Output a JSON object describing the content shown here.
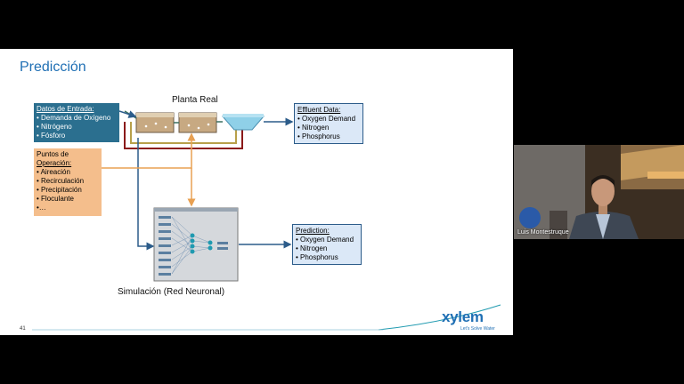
{
  "slide": {
    "title": "Predicción",
    "page_number": "41",
    "input_box": {
      "heading": "Datos de Entrada:",
      "items": [
        "• Demanda de Oxígeno",
        "• Nitrógeno",
        "• Fósforo"
      ]
    },
    "operation_box": {
      "heading_line1": "Puntos de",
      "heading_line2": "Operación:",
      "items": [
        "• Aireación",
        "• Recirculación",
        "• Precipitación",
        "• Floculante",
        "•…"
      ]
    },
    "plant_label": "Planta Real",
    "effluent_box": {
      "heading": "Effluent Data:",
      "items": [
        "• Oxygen Demand",
        "• Nitrogen",
        "• Phosphorus"
      ]
    },
    "prediction_box": {
      "heading": "Prediction:",
      "items": [
        "• Oxygen Demand",
        "• Nitrogen",
        "• Phosphorus"
      ]
    },
    "simulation_label": "Simulación (Red Neuronal)",
    "logo": {
      "name": "xylem",
      "tagline": "Let's Solve Water"
    }
  },
  "participant": {
    "name": "Luis Montestruque"
  },
  "colors": {
    "title": "#1f6fb4",
    "input_box": "#2b6f8f",
    "operation_box": "#f4be8c",
    "output_box": "#dbe8f7",
    "arrow_blue": "#2c5c8a",
    "arrow_orange": "#e8a052",
    "pipe_red": "#8b1a1a",
    "pipe_gold": "#b8a04a"
  }
}
